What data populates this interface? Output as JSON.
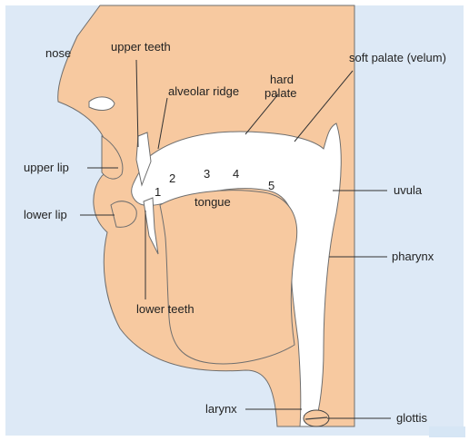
{
  "colors": {
    "panel": "#dde9f6",
    "flesh": "#f7c9a0",
    "cavity": "#ffffff",
    "outline": "#6e6e6e",
    "text": "#222222",
    "corner_accent": "#d6e6f5"
  },
  "labels": {
    "nose": "nose",
    "upper_teeth": "upper teeth",
    "alveolar_ridge": "alveolar ridge",
    "hard_palate_line1": "hard",
    "hard_palate_line2": "palate",
    "soft_palate": "soft palate (velum)",
    "upper_lip": "upper lip",
    "lower_lip": "lower lip",
    "tongue": "tongue",
    "uvula": "uvula",
    "pharynx": "pharynx",
    "lower_teeth": "lower teeth",
    "larynx": "larynx",
    "glottis": "glottis"
  },
  "tongue_points": [
    "1",
    "2",
    "3",
    "4",
    "5"
  ]
}
